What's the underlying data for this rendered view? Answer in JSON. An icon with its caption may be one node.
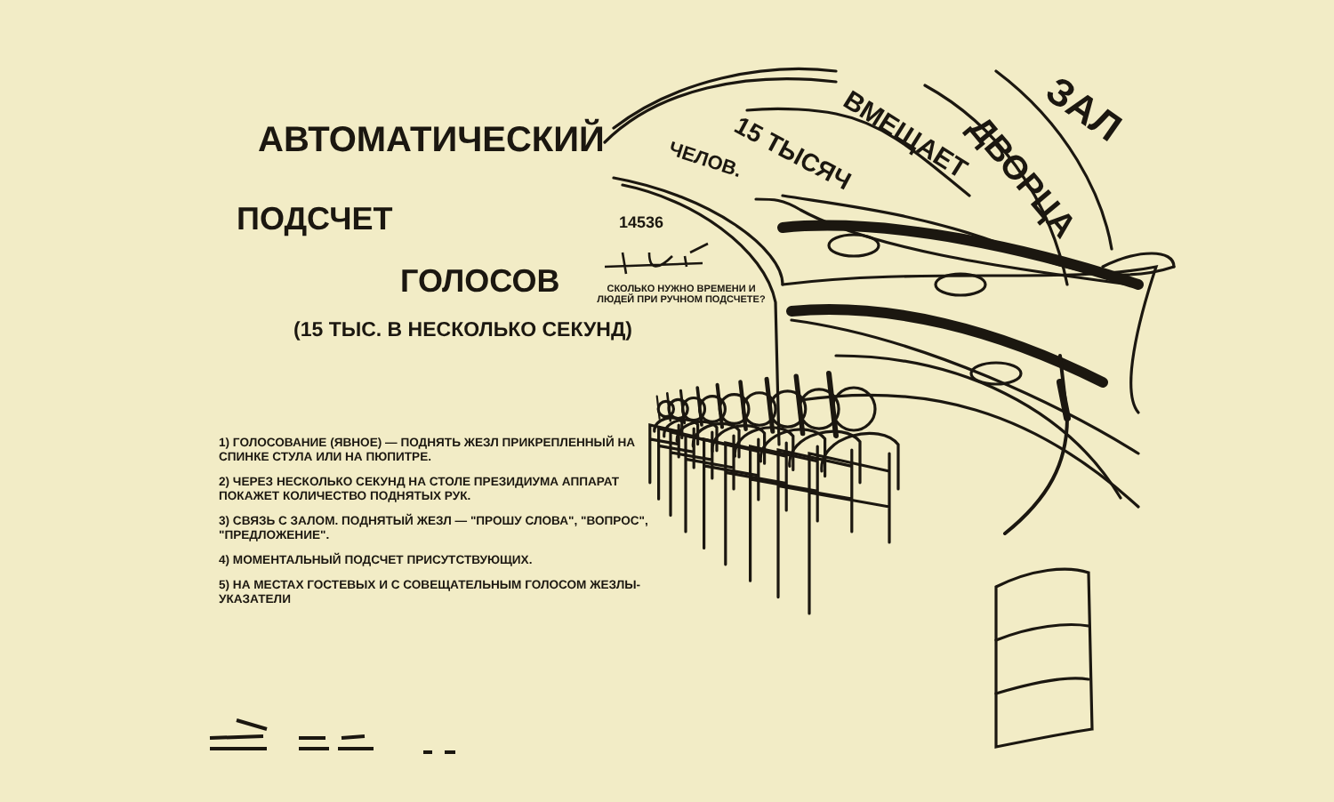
{
  "diagram": {
    "labels": [
      "АВТОМАТИЧЕСКИЙ",
      "ПОДСЧЕТ",
      "ГОЛОСОВ",
      "(15 ТЫС. В НЕСКОЛЬКО СЕКУНД)",
      "1) ГОЛОСОВАНИЕ (ЯВНОЕ) — ПОДНЯТЬ ЖЕЗЛ ПРИКРЕПЛЕННЫЙ НА СПИНКЕ СТУЛА ИЛИ НА ПЮПИТРЕ.",
      "2) ЧЕРЕЗ НЕСКОЛЬКО СЕКУНД НА СТОЛЕ ПРЕЗИДИУМА АППАРАТ ПОКАЖЕТ КОЛИЧЕСТВО ПОДНЯТЫХ РУК.",
      "3) СВЯЗЬ С ЗАЛОМ. ПОДНЯТЫЙ ЖЕЗЛ — \"ПРОШУ СЛОВА\", \"ВОПРОС\", \"ПРЕДЛОЖЕНИЕ\".",
      "4) МОМЕНТАЛЬНЫЙ ПОДСЧЕТ ПРИСУТСТВУЮЩИХ.",
      "5) НА МЕСТАХ ГОСТЕВЫХ И С СОВЕЩАТЕЛЬНЫМ ГОЛОСОМ ЖЕЗЛЫ-УКАЗАТЕЛИ",
      "14536",
      "СКОЛЬКО НУЖНО ВРЕМЕНИ И ЛЮДЕЙ ПРИ РУЧНОМ ПОДСЧЕТЕ?",
      "ЗАЛ",
      "ДВОРЦА",
      "ВМЕЩАЕТ",
      "15 ТЫСЯЧ",
      "ЧЕЛОВ."
    ]
  }
}
